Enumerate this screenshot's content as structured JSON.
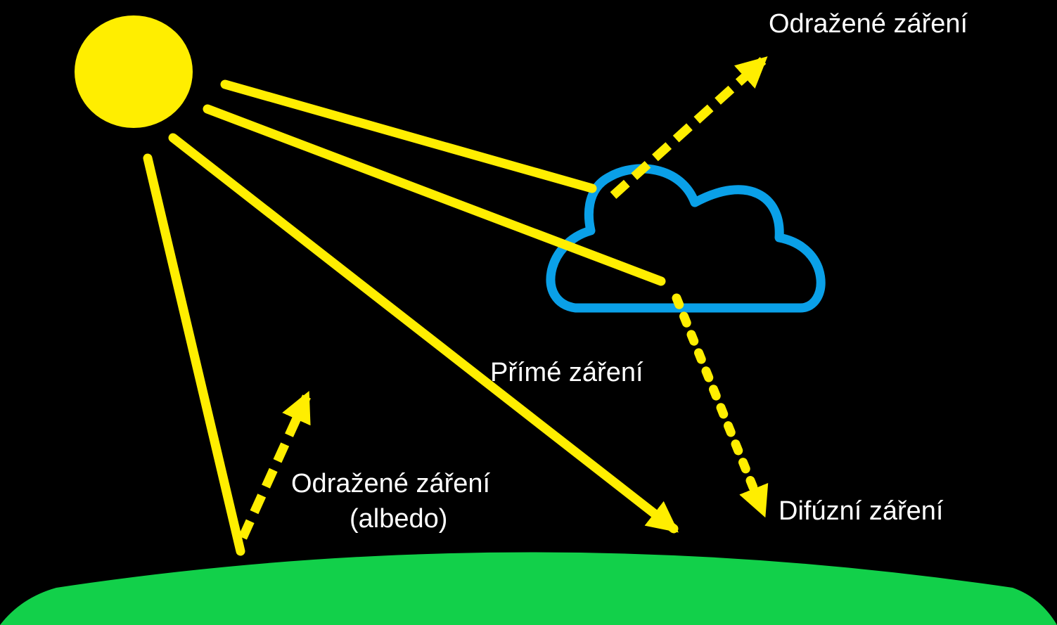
{
  "colors": {
    "background": "#000000",
    "sun": "#ffee00",
    "rays": "#ffee00",
    "cloud_outline": "#0aa0e8",
    "ground": "#12d04a",
    "text": "#ffffff"
  },
  "icons": {
    "sun": "sun-icon",
    "cloud": "cloud-icon",
    "ground": "ground-icon"
  },
  "labels": {
    "reflected_cloud": "Odražené záření",
    "direct": "Přímé záření",
    "albedo_line1": "Odražené záření",
    "albedo_line2": "(albedo)",
    "diffuse": "Difúzní záření"
  }
}
